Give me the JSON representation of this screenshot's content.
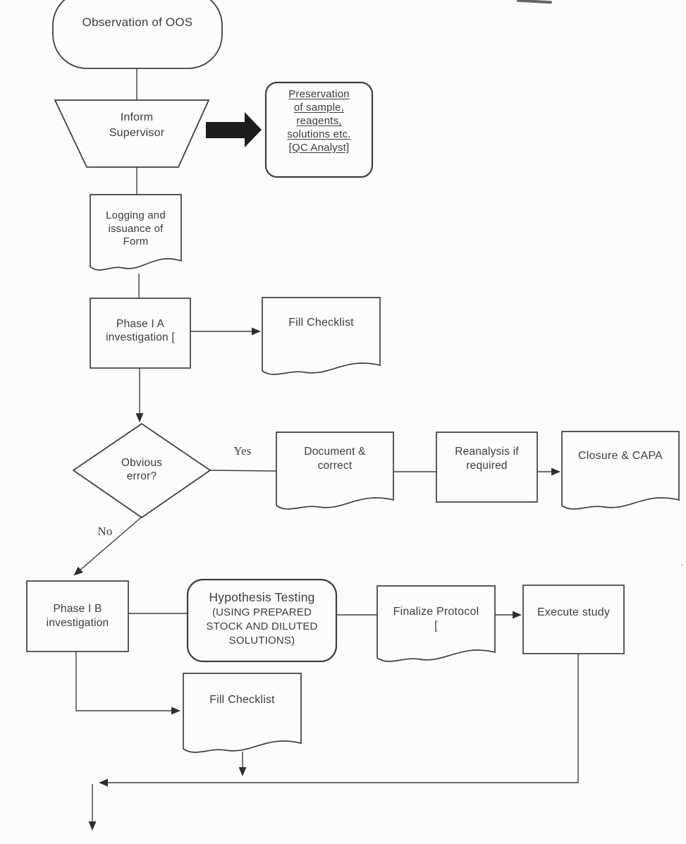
{
  "flowchart": {
    "nodes": {
      "observation": {
        "label": "Observation of OOS"
      },
      "inform_supervisor": {
        "lines": [
          "Inform",
          "Supervisor"
        ]
      },
      "preservation_note": {
        "lines": [
          "Preservation",
          "of sample,",
          "reagents,",
          "solutions etc.",
          "[QC Analyst]"
        ]
      },
      "logging_form": {
        "lines": [
          "Logging and",
          "issuance of",
          "Form"
        ]
      },
      "phase_1a": {
        "lines": [
          "Phase I A",
          "investigation ["
        ]
      },
      "fill_checklist_top": {
        "label": "Fill Checklist"
      },
      "obvious_error": {
        "lines": [
          "Obvious",
          "error?"
        ]
      },
      "document_correct": {
        "lines": [
          "Document &",
          "correct"
        ]
      },
      "reanalysis": {
        "lines": [
          "Reanalysis if",
          "required"
        ]
      },
      "closure_capa": {
        "label": "Closure & CAPA"
      },
      "phase_1b": {
        "lines": [
          "Phase I B",
          "investigation"
        ]
      },
      "hypothesis_testing": {
        "title": "Hypothesis Testing",
        "subtitle": [
          "(USING PREPARED",
          "STOCK AND DILUTED",
          "SOLUTIONS)"
        ]
      },
      "finalize_protocol": {
        "lines": [
          "Finalize Protocol",
          "["
        ]
      },
      "execute_study": {
        "label": "Execute study"
      },
      "fill_checklist_bottom": {
        "label": "Fill Checklist"
      }
    },
    "edge_labels": {
      "yes": "Yes",
      "no": "No"
    },
    "colors": {
      "ink": "#3f3f3f",
      "paper": "#fcfcfc",
      "block_arrow": "#1c1c1c"
    }
  }
}
